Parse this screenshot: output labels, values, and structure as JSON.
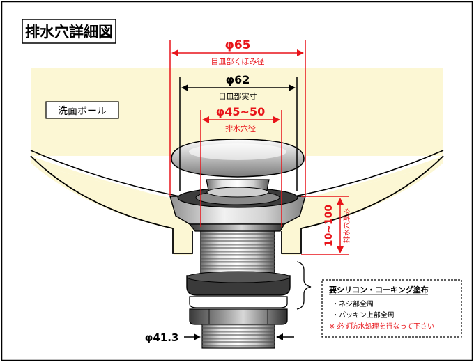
{
  "title": "排水穴詳細図",
  "basin_label": "洗面ボール",
  "dims": {
    "d65": {
      "value": "φ65",
      "caption": "目皿部くぼみ径"
    },
    "d62": {
      "value": "φ62",
      "caption": "目皿部実寸"
    },
    "d4550": {
      "value": "φ45~50",
      "caption": "排水穴径"
    },
    "thickness": {
      "value": "10~100",
      "caption": "排水穴厚み"
    },
    "d413": {
      "value": "φ41.3"
    }
  },
  "note": {
    "heading": "要シリコン・コーキング塗布",
    "items": [
      "・ネジ部全周",
      "・パッキン上部全周"
    ],
    "warning": "※ 必ず防水処理を行なって下さい"
  },
  "colors": {
    "red": "#e8141a",
    "basin": "#fcf7d4",
    "frame": "#000000"
  }
}
